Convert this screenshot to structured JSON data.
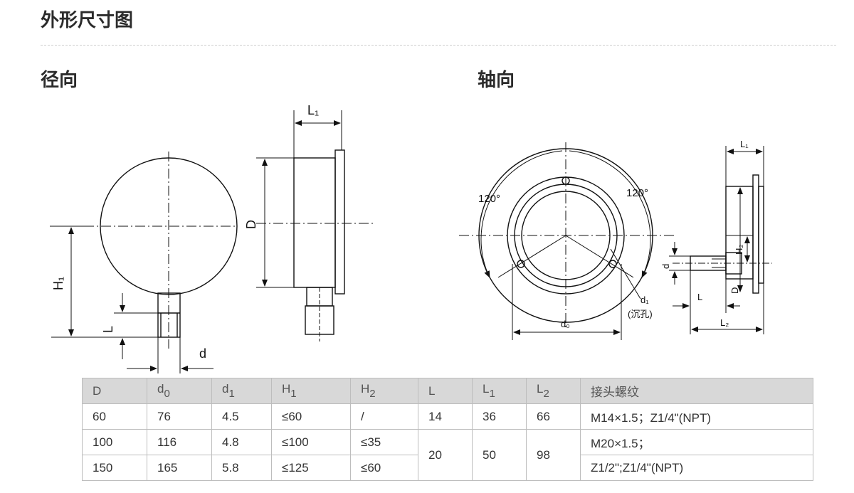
{
  "page": {
    "title": "外形尺寸图",
    "section_radial": "径向",
    "section_axial": "轴向"
  },
  "diagram": {
    "radial_labels": {
      "L1": "L₁",
      "D": "D",
      "H1": "H₁",
      "L": "L",
      "d": "d"
    },
    "axial_labels": {
      "angle_left": "120°",
      "angle_right": "120°",
      "L1": "L₁",
      "H2": "H₂",
      "d": "d",
      "L": "L",
      "d1": "d₁",
      "counterbore": "(沉孔)",
      "d0": "d₀",
      "D": "D",
      "L2": "L₂"
    }
  },
  "table": {
    "headers": [
      {
        "main": "D",
        "sub": ""
      },
      {
        "main": "d",
        "sub": "0"
      },
      {
        "main": "d",
        "sub": "1"
      },
      {
        "main": "H",
        "sub": "1"
      },
      {
        "main": "H",
        "sub": "2"
      },
      {
        "main": "L",
        "sub": ""
      },
      {
        "main": "L",
        "sub": "1"
      },
      {
        "main": "L",
        "sub": "2"
      },
      {
        "main": "接头螺纹",
        "sub": ""
      }
    ],
    "rows": [
      [
        "60",
        "76",
        "4.5",
        "≤60",
        "/",
        "14",
        "36",
        "66",
        "M14×1.5；Z1/4\"(NPT)"
      ],
      [
        "100",
        "116",
        "4.8",
        "≤100",
        "≤35"
      ],
      [
        "150",
        "165",
        "5.8",
        "≤125",
        "≤60"
      ]
    ],
    "merged": {
      "L": "20",
      "L1": "50",
      "L2": "98",
      "thread_line1": "M20×1.5；",
      "thread_line2": "Z1/2\";Z1/4\"(NPT)"
    }
  }
}
